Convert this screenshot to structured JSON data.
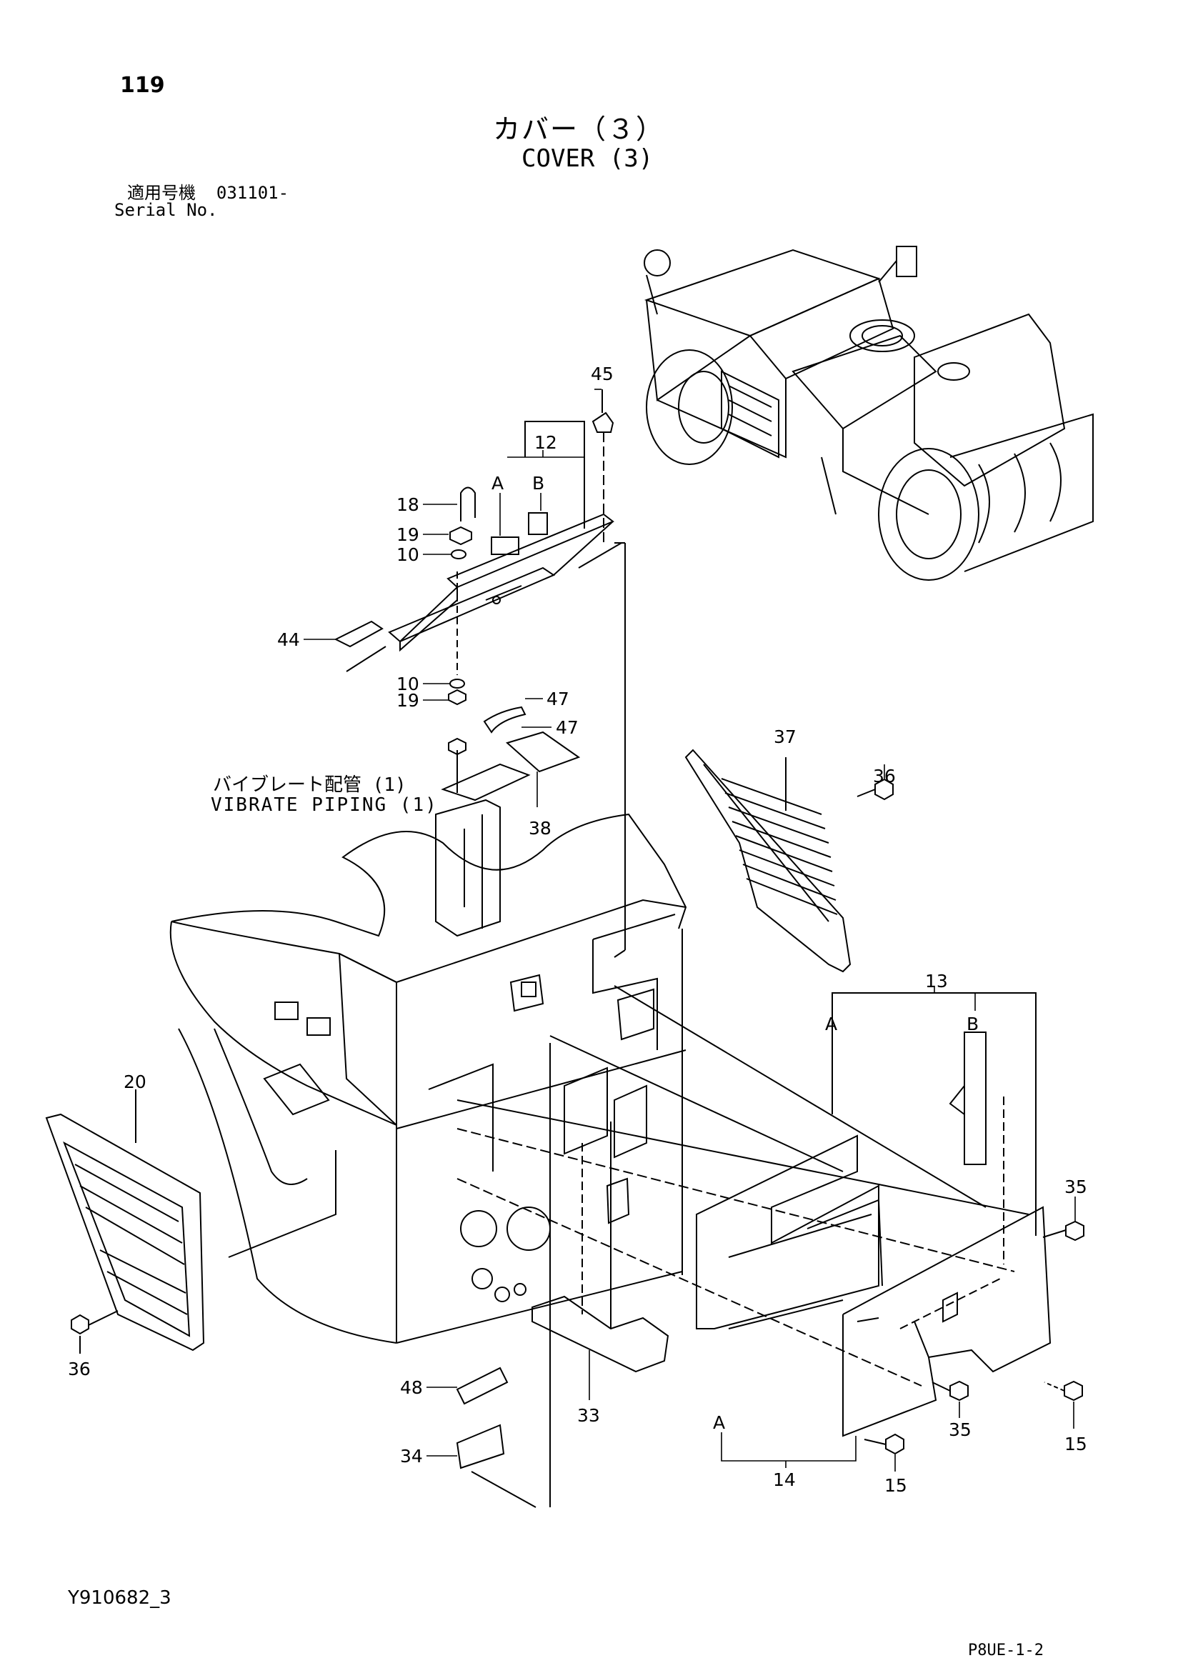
{
  "page_number": "119",
  "title_jp": "カバー（３）",
  "title_en": "COVER (3)",
  "serial": {
    "label_jp": "適用号機",
    "range": "031101-",
    "label_en": "Serial No."
  },
  "subassembly": {
    "label_jp": "バイブレート配管 (1)",
    "label_en": "VIBRATE  PIPING (1)"
  },
  "doc_code": "Y910682_3",
  "sheet_code": "P8UE-1-2",
  "callouts": {
    "p45": "45",
    "p12": "12",
    "p12A": "A",
    "p12B": "B",
    "p18": "18",
    "p19a": "19",
    "p10a": "10",
    "p44": "44",
    "p10b": "10",
    "p19b": "19",
    "p47a": "47",
    "p47b": "47",
    "p38": "38",
    "p37": "37",
    "p36a": "36",
    "p13": "13",
    "p13A": "A",
    "p13B": "B",
    "p20": "20",
    "p35a": "35",
    "p36b": "36",
    "p35b": "35",
    "p15a": "15",
    "p48": "48",
    "p33": "33",
    "p34": "34",
    "p14A": "A",
    "p14": "14",
    "p15b": "15"
  }
}
